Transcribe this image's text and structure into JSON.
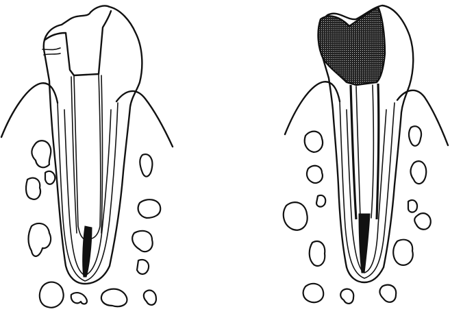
{
  "figure": {
    "panels": [
      {
        "id": "left",
        "fill_pattern": "stippled-dots"
      },
      {
        "id": "right",
        "fill_pattern": "dark-crosshatch"
      }
    ],
    "colors": {
      "ink": "#111111",
      "background": "#ffffff"
    }
  }
}
